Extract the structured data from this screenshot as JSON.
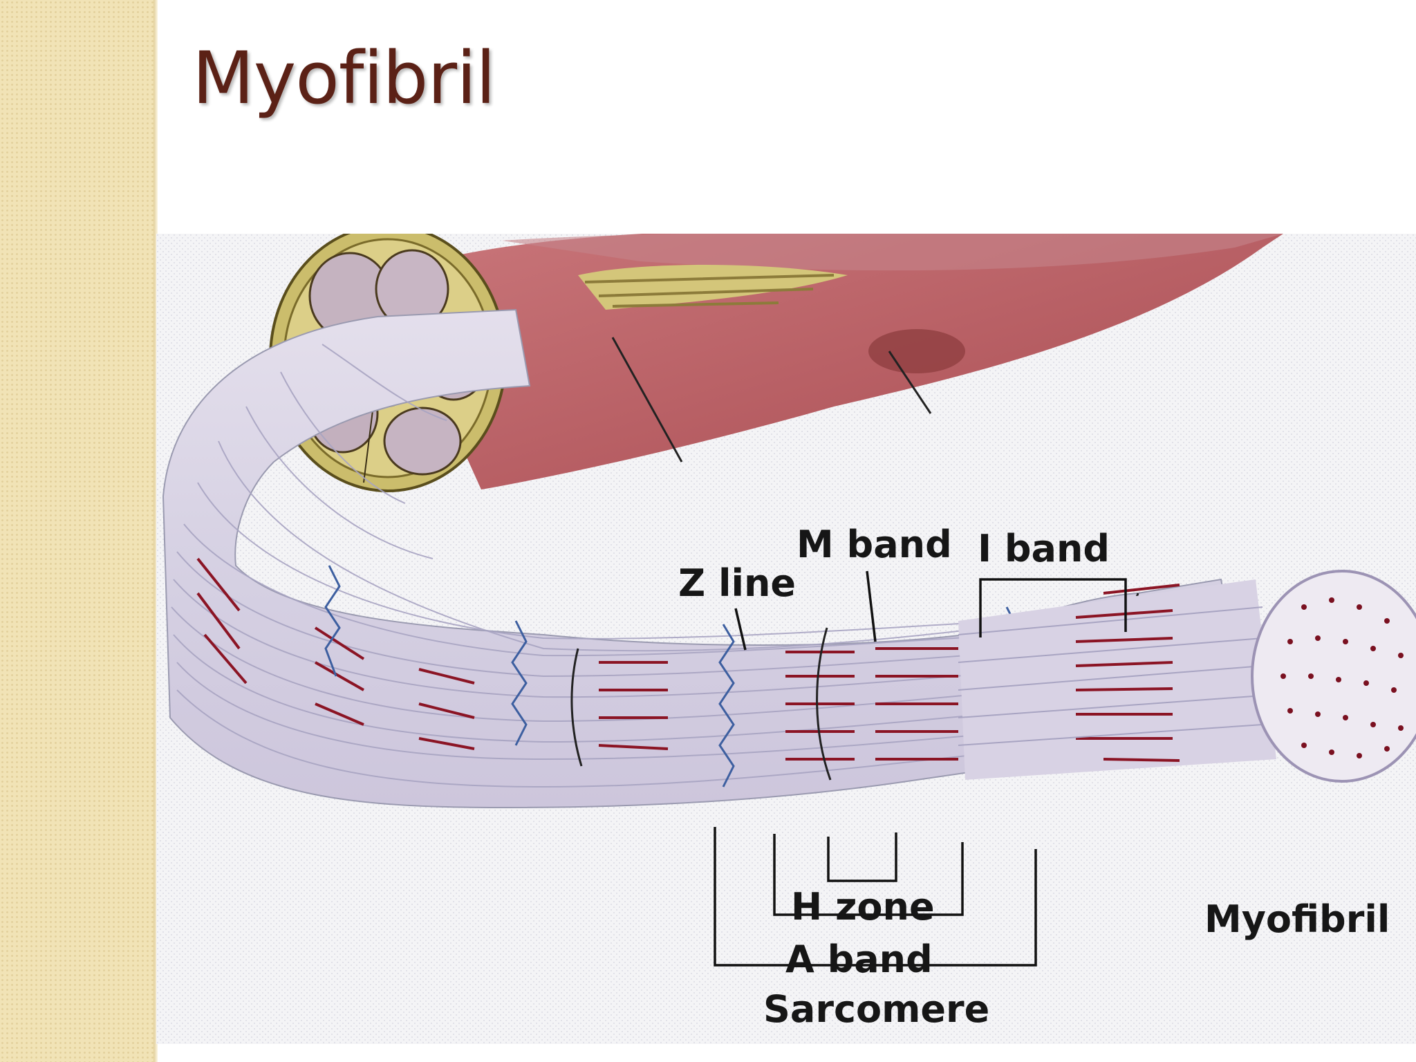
{
  "slide": {
    "title": "Myofibril"
  },
  "diagram": {
    "labels": {
      "z_line": "Z line",
      "m_band": "M band",
      "i_band": "I band",
      "h_zone": "H zone",
      "a_band": "A band",
      "sarcomere": "Sarcomere",
      "myofibril": "Myofibril"
    }
  },
  "colors": {
    "title": "#5b2116",
    "sidebar": "#f1e3b6",
    "muscle_tissue": "#b95a5f",
    "connective_tissue": "#d4c67a",
    "myofibril_fill": "#dcd6e6",
    "filament": "#8b1424"
  }
}
